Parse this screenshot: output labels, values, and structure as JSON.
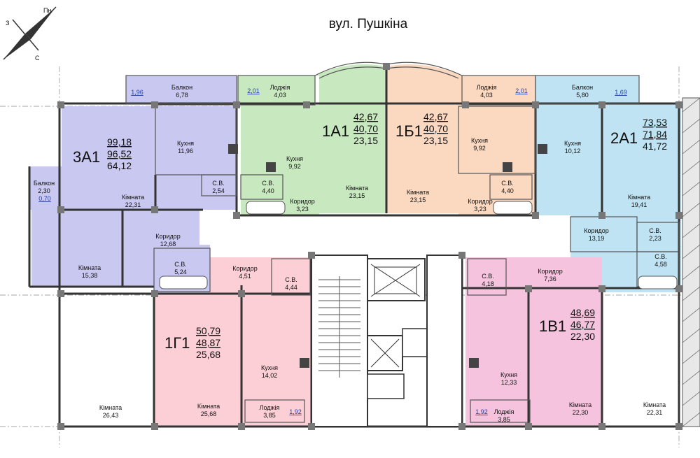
{
  "street_title": "вул. Пушкіна",
  "compass": {
    "north": "Пн",
    "west": "З",
    "south": "С"
  },
  "apartments": [
    {
      "id": "3А1",
      "areas": [
        "99,18",
        "96,52",
        "64,12"
      ]
    },
    {
      "id": "1А1",
      "areas": [
        "42,67",
        "40,70",
        "23,15"
      ]
    },
    {
      "id": "1Б1",
      "areas": [
        "42,67",
        "40,70",
        "23,15"
      ]
    },
    {
      "id": "2А1",
      "areas": [
        "73,53",
        "71,84",
        "41,72"
      ]
    },
    {
      "id": "1Г1",
      "areas": [
        "50,79",
        "48,87",
        "25,68"
      ]
    },
    {
      "id": "1В1",
      "areas": [
        "48,69",
        "46,77",
        "22,30"
      ]
    }
  ],
  "rooms": [
    {
      "name": "Балкон",
      "area": "6,78"
    },
    {
      "name": "Лоджія",
      "area": "4,03"
    },
    {
      "name": "Лоджія",
      "area": "4,03"
    },
    {
      "name": "Балкон",
      "area": "5,80"
    },
    {
      "name": "Кухня",
      "area": "11,96"
    },
    {
      "name": "Кухня",
      "area": "9,92"
    },
    {
      "name": "Кухня",
      "area": "9,92"
    },
    {
      "name": "Кухня",
      "area": "10,12"
    },
    {
      "name": "С.В.",
      "area": "2,54"
    },
    {
      "name": "С.В.",
      "area": "4,40"
    },
    {
      "name": "С.В.",
      "area": "4,40"
    },
    {
      "name": "Балкон",
      "area": "2,30"
    },
    {
      "name": "Кімната",
      "area": "22,31"
    },
    {
      "name": "Коридор",
      "area": "3,23"
    },
    {
      "name": "Кімната",
      "area": "23,15"
    },
    {
      "name": "Кімната",
      "area": "23,15"
    },
    {
      "name": "Коридор",
      "area": "3,23"
    },
    {
      "name": "Кімната",
      "area": "19,41"
    },
    {
      "name": "Коридор",
      "area": "12,68"
    },
    {
      "name": "Коридор",
      "area": "13,19"
    },
    {
      "name": "С.В.",
      "area": "2,23"
    },
    {
      "name": "С.В.",
      "area": "4,58"
    },
    {
      "name": "Кімната",
      "area": "15,38"
    },
    {
      "name": "С.В.",
      "area": "5,24"
    },
    {
      "name": "Коридор",
      "area": "4,51"
    },
    {
      "name": "С.В.",
      "area": "4,44"
    },
    {
      "name": "С.В.",
      "area": "4,18"
    },
    {
      "name": "Коридор",
      "area": "7,36"
    },
    {
      "name": "Кухня",
      "area": "14,02"
    },
    {
      "name": "Кухня",
      "area": "12,33"
    },
    {
      "name": "Кімната",
      "area": "26,43"
    },
    {
      "name": "Кімната",
      "area": "25,68"
    },
    {
      "name": "Лоджія",
      "area": "3,85"
    },
    {
      "name": "Лоджія",
      "area": "3,85"
    },
    {
      "name": "Кімната",
      "area": "22,30"
    },
    {
      "name": "Кімната",
      "area": "22,31"
    }
  ],
  "blue_values": [
    "1,96",
    "2,01",
    "2,01",
    "1,69",
    "0,70",
    "1,92",
    "1,92"
  ],
  "colors": {
    "3A1": "#c9c8f0",
    "1A1": "#c8e9bf",
    "1B1": "#fbd8c0",
    "2A1": "#bfe3f2",
    "1G1": "#fccfd6",
    "1V1": "#f5c3de",
    "blue_text": "#1f3fa6"
  }
}
